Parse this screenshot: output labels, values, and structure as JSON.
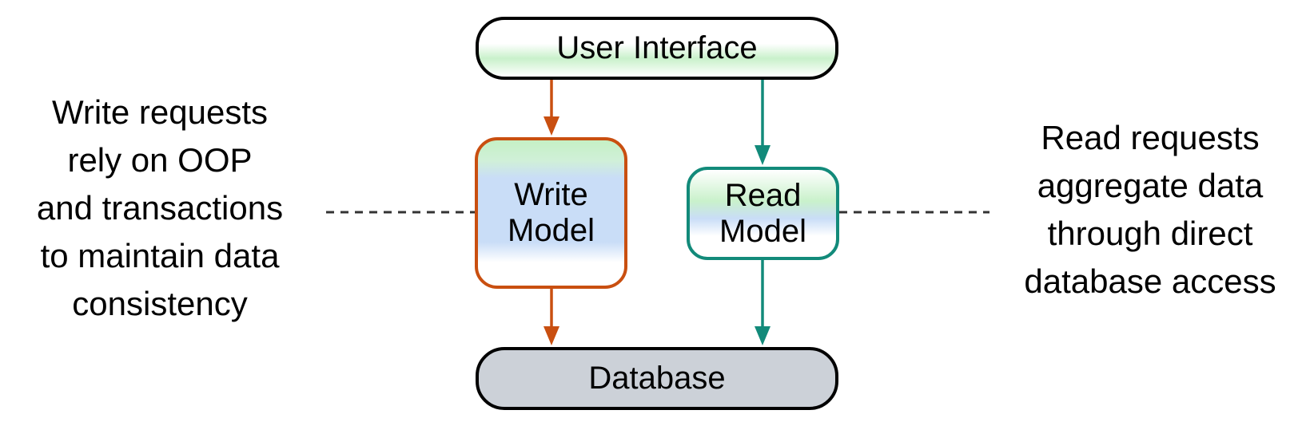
{
  "nodes": {
    "user_interface": "User Interface",
    "write_model": [
      "Write",
      "Model"
    ],
    "read_model": [
      "Read",
      "Model"
    ],
    "database": "Database"
  },
  "notes": {
    "write": [
      "Write requests",
      "rely on OOP",
      "and transactions",
      "to maintain data",
      "consistency"
    ],
    "read": [
      "Read requests",
      "aggregate data",
      "through direct",
      "database access"
    ]
  },
  "colors": {
    "write_path": "#c94f10",
    "read_path": "#128a7a",
    "dashed_connector": "#333333",
    "database_fill": "#ccd1d8",
    "green_highlight": "#c9f1cb",
    "blue_highlight": "#c9ddf7"
  }
}
